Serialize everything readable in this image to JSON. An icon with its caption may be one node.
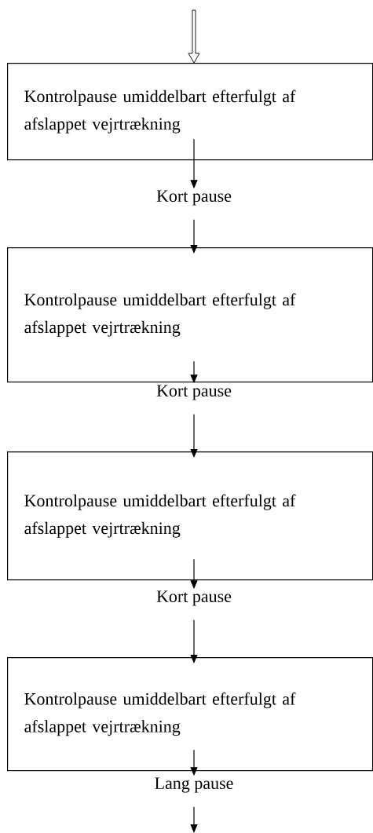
{
  "diagram": {
    "nodes": [
      {
        "text": [
          "Kontrolpause umiddelbart efterfulgt af afslappet vejrtrækning"
        ]
      },
      {
        "text": [
          "Kort pause"
        ]
      },
      {
        "text": [
          "Kontrolpause umiddelbart efterfulgt af afslappet vejrtrækning"
        ]
      },
      {
        "text": [
          "Kort pause"
        ]
      },
      {
        "text": [
          "Kontrolpause umiddelbart efterfulgt af afslappet vejrtrækning"
        ]
      },
      {
        "text": [
          "Kort pause"
        ]
      },
      {
        "text": [
          "Kontrolpause umiddelbart efterfulgt af afslappet vejrtrækning"
        ]
      },
      {
        "text": [
          "Lang pause"
        ]
      }
    ],
    "edges": [
      {
        "from": null,
        "to": 0,
        "arrow": "to"
      },
      {
        "from": 0,
        "to": 1,
        "arrow": "to"
      },
      {
        "from": 1,
        "to": 2,
        "arrow": "to"
      },
      {
        "from": 2,
        "to": 3,
        "arrow": "to"
      },
      {
        "from": 3,
        "to": 4,
        "arrow": "to"
      },
      {
        "from": 4,
        "to": 5,
        "arrow": "to"
      },
      {
        "from": 5,
        "to": 6,
        "arrow": "to"
      },
      {
        "from": 6,
        "to": 7,
        "arrow": "to"
      },
      {
        "from": 7,
        "to": null,
        "arrow": "to"
      }
    ]
  }
}
